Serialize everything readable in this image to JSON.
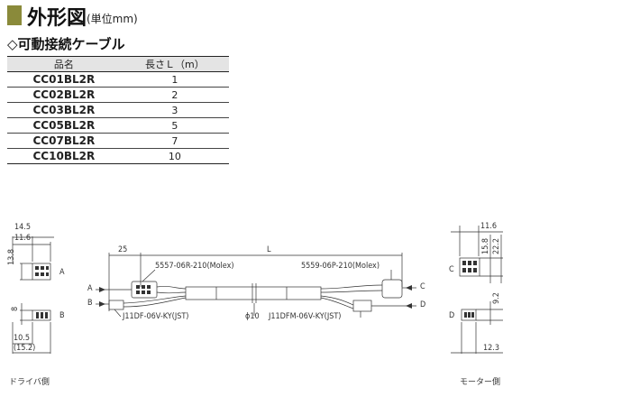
{
  "header": {
    "title": "外形図",
    "unit": "(単位mm)"
  },
  "section": {
    "subtitle": "◇可動接続ケーブル"
  },
  "table": {
    "headers": [
      "品名",
      "長さＬ（m）"
    ],
    "rows": [
      {
        "name": "CC01BL2R",
        "length": "1"
      },
      {
        "name": "CC02BL2R",
        "length": "2"
      },
      {
        "name": "CC03BL2R",
        "length": "3"
      },
      {
        "name": "CC05BL2R",
        "length": "5"
      },
      {
        "name": "CC07BL2R",
        "length": "7"
      },
      {
        "name": "CC10BL2R",
        "length": "10"
      }
    ]
  },
  "drawing": {
    "driver_dims": {
      "d1": "14.5",
      "d2": "11.6",
      "d3": "13.8",
      "d4": "8",
      "d5": "10.5",
      "d6": "(15.2)"
    },
    "motor_dims": {
      "d1": "11.6",
      "d2": "15.8",
      "d3": "22.2",
      "d4": "9.2",
      "d5": "12.3"
    },
    "cable_dims": {
      "offset": "25",
      "length": "L",
      "diameter": "ϕ10"
    },
    "connectors": {
      "driver_top": "5557-06R-210(Molex)",
      "motor_top": "5559-06P-210(Molex)",
      "driver_bottom": "J11DF-06V-KY(JST)",
      "motor_bottom": "J11DFM-06V-KY(JST)"
    },
    "markers": {
      "a": "A",
      "b": "B",
      "c": "C",
      "d": "D"
    },
    "side_labels": {
      "driver": "ドライバ側",
      "motor": "モーター側"
    }
  }
}
